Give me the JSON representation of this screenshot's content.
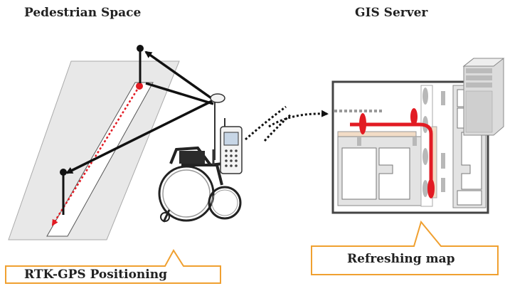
{
  "headings": {
    "left": "Pedestrian Space",
    "right": "GIS Server"
  },
  "callouts": {
    "left": "RTK-GPS Positioning",
    "right": "Refreshing map"
  },
  "colors": {
    "accent_red": "#e21b23",
    "callout_border": "#f0a030",
    "path_black": "#111111",
    "road_gray": "#e6e6e6"
  },
  "icons": [
    "wheelchair-icon",
    "mobile-phone-icon",
    "gps-antenna-icon",
    "server-icon",
    "wireless-signal-icon"
  ]
}
